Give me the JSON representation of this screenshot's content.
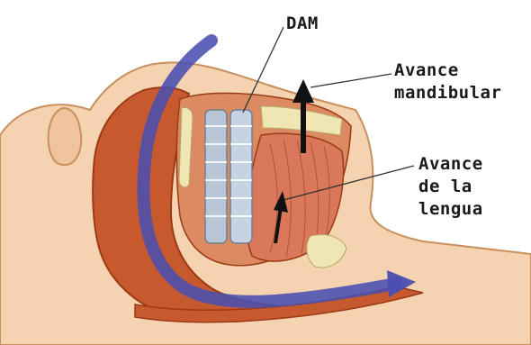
{
  "labels": {
    "dam": "DAM",
    "mandibular_advance": "Avance\nmandibular",
    "tongue_advance": "Avance\nde la\nlengua"
  },
  "colors": {
    "skin": "#f5d3b1",
    "skin_outline": "#c98f5e",
    "tissue": "#c65a2e",
    "tissue_dark": "#9c3a16",
    "muscle": "#d9785a",
    "airflow": "#4a4fb0",
    "device": "#b9c6d6",
    "bone": "#efe6b4",
    "arrow": "#111111"
  }
}
